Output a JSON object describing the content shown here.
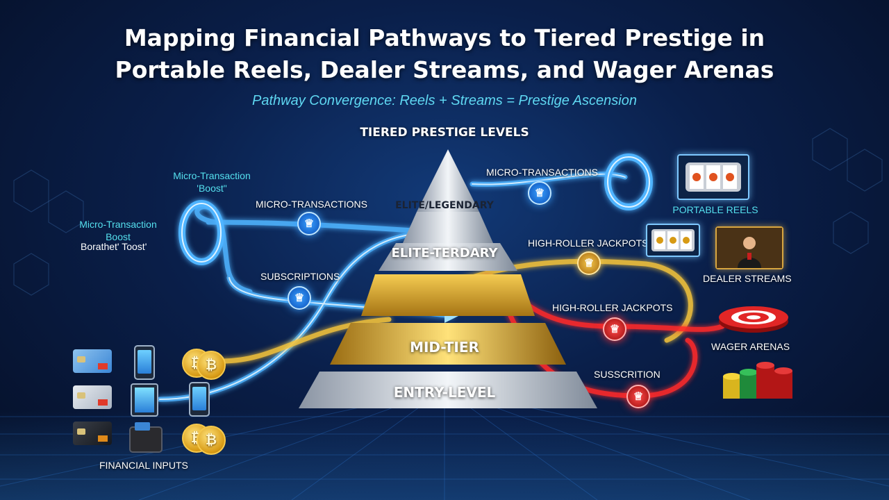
{
  "title_line1": "Mapping Financial Pathways to Tiered Prestige in",
  "title_line2": "Portable Reels, Dealer Streams, and Wager Arenas",
  "subtitle": "Pathway Convergence: Reels + Streams = Prestige Ascension",
  "pyramid": {
    "heading": "TIERED PRESTIGE LEVELS",
    "tiers": [
      "ELITE/LEGENDARY",
      "ELITE-TERDARY",
      "MID-TIER",
      "ENTRY-LEVEL"
    ]
  },
  "left_labels": {
    "boost_top": "Micro-Transaction\n'Boost\"",
    "boost_side": "Micro-Transaction\nBoost",
    "boost_side2": "Borathet' Toost'",
    "micro": "MICRO-TRANSACTIONS",
    "subs": "SUBSCRIPTIONS",
    "inputs": "FINANCIAL INPUTS"
  },
  "right_labels": {
    "micro": "MICRO-TRANSACTIONS",
    "high_roller_1": "HIGH-ROLLER JACKPOTS",
    "high_roller_2": "HIGH-ROLLER JACKPOTS",
    "subscription": "SUSSCRITION"
  },
  "destinations": {
    "reels": "PORTABLE REELS",
    "streams": "DEALER STREAMS",
    "arenas": "WAGER ARENAS"
  },
  "coin_symbol": "₿",
  "colors": {
    "cyan": "#55e0ee",
    "blue_path": "#4fb4ff",
    "gold_path": "#f2c23a",
    "red_path": "#ff2a2a",
    "gold_tier": "#e0b033",
    "silver_tier": "#cfd5de"
  }
}
